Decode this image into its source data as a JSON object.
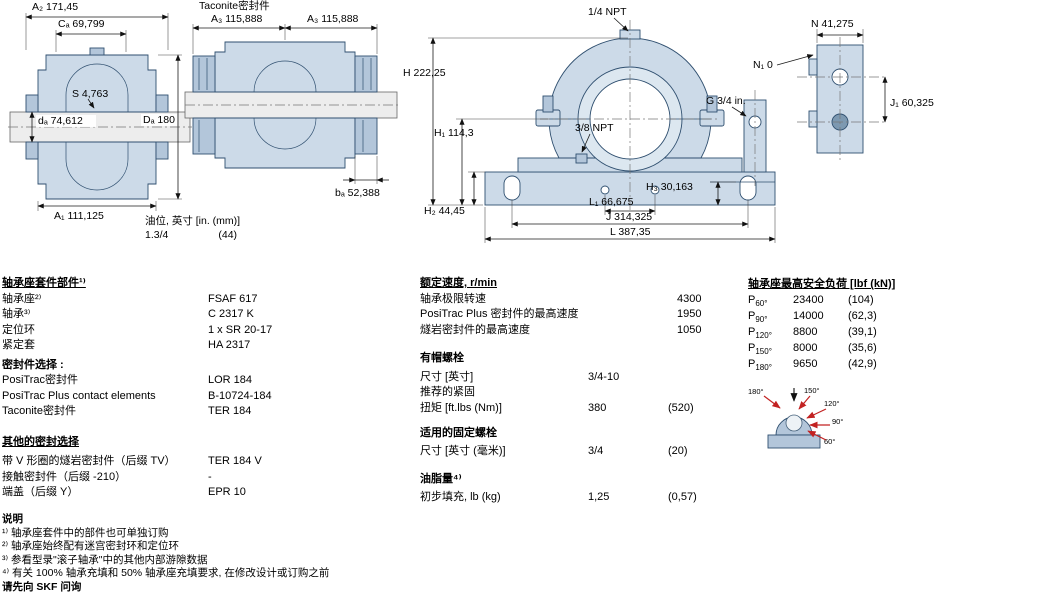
{
  "drawings": {
    "left": {
      "a2": "A₂ 171,45",
      "ca": "Cₐ 69,799",
      "s": "S 4,763",
      "da": "dₐ 74,612",
      "Da": "Dₐ 180",
      "a1": "A₁ 111,125"
    },
    "middle": {
      "title": "Taconite密封件",
      "a3_left": "A₃ 115,888",
      "a3_right": "A₃ 115,888",
      "ba": "bₐ 52,388",
      "oil_line1": "油位, 英寸 [in. (mm)]",
      "oil_value_in": "1.3/4",
      "oil_value_mm": "(44)"
    },
    "front": {
      "npt_top": "1/4 NPT",
      "h": "H 222,25",
      "h1": "H₁ 114,3",
      "npt_side": "3/8 NPT",
      "g": "G 3/4 in.",
      "h3": "H₃ 30,163",
      "h2": "H₂ 44,45",
      "l1": "L₁ 66,675",
      "j": "J 314,325",
      "l": "L 387,35"
    },
    "end": {
      "n": "N 41,275",
      "n1": "N₁ 0",
      "j1": "J₁ 60,325"
    }
  },
  "kit": {
    "title": "轴承座套件部件¹⁾",
    "rows": [
      {
        "label": "轴承座²⁾",
        "value": "FSAF 617"
      },
      {
        "label": "轴承³⁾",
        "value": "C 2317 K"
      },
      {
        "label": "定位环",
        "value": "1 x SR 20-17"
      },
      {
        "label": "紧定套",
        "value": "HA 2317"
      }
    ],
    "seal_title": "密封件选择 :",
    "seal_rows": [
      {
        "label": "PosiTrac密封件",
        "value": "LOR 184"
      },
      {
        "label": "PosiTrac Plus contact elements",
        "value": "B-10724-184"
      },
      {
        "label": "Taconite密封件",
        "value": "TER 184"
      }
    ]
  },
  "other_seals": {
    "title": "其他的密封选择",
    "rows": [
      {
        "label": "带 V 形圈的燧岩密封件（后缀 TV）",
        "value": "TER 184 V"
      },
      {
        "label": "接触密封件（后缀 -210）",
        "value": "-"
      },
      {
        "label": "端盖（后缀 Y）",
        "value": "EPR 10"
      }
    ]
  },
  "speeds": {
    "title": "额定速度, r/min",
    "rows": [
      {
        "label": "轴承极限转速",
        "value": "4300"
      },
      {
        "label": "PosiTrac Plus 密封件的最高速度",
        "value": "1950"
      },
      {
        "label": "燧岩密封件的最高速度",
        "value": "1050"
      }
    ]
  },
  "cap_bolts": {
    "title": "有帽螺栓",
    "size_label": "尺寸 [英寸]",
    "size_value": "3/4-10",
    "rec_label": "推荐的紧固",
    "torque_label": "扭矩 [ft.lbs (Nm)]",
    "torque_value": "380",
    "torque_alt": "(520)"
  },
  "attach_bolts": {
    "title": "适用的固定螺栓",
    "size_label": "尺寸 [英寸 (毫米)]",
    "size_value": "3/4",
    "size_alt": "(20)"
  },
  "grease": {
    "title": "油脂量⁴⁾",
    "label": "初步填充, lb (kg)",
    "value": "1,25",
    "alt": "(0,57)"
  },
  "loads": {
    "title": "轴承座最高安全负荷 [lbf (kN)]",
    "p": "P",
    "rows": [
      {
        "sub": "60°",
        "value": "23400",
        "alt": "(104)"
      },
      {
        "sub": "90°",
        "value": "14000",
        "alt": "(62,3)"
      },
      {
        "sub": "120°",
        "value": "8800",
        "alt": "(39,1)"
      },
      {
        "sub": "150°",
        "value": "8000",
        "alt": "(35,6)"
      },
      {
        "sub": "180°",
        "value": "9650",
        "alt": "(42,9)"
      }
    ],
    "angles": [
      "180°",
      "150°",
      "120°",
      "90°",
      "60°"
    ]
  },
  "notes": {
    "title": "说明",
    "items": [
      "¹⁾ 轴承座套件中的部件也可单独订购",
      "²⁾ 轴承座始终配有迷宫密封环和定位环",
      "³⁾ 参看型录\"滚子轴承\"中的其他内部游隙数据",
      "⁴⁾ 有关 100% 轴承充填和 50% 轴承座充填要求, 在修改设计或订购之前"
    ],
    "footer": "请先向 SKF 问询"
  }
}
